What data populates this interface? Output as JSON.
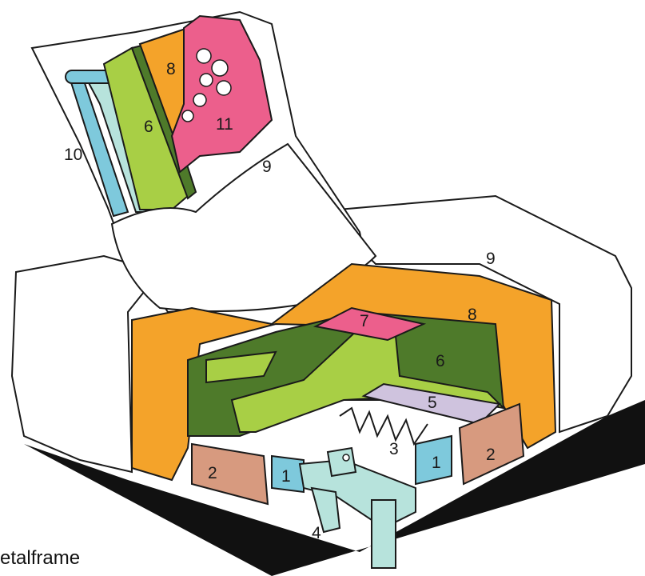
{
  "labels": {
    "frame_front_left": "2",
    "frame_front_right": "2",
    "bracket_left": "1",
    "bracket_right": "1",
    "springs": "3",
    "metal_frame": "4",
    "seat_base": "5",
    "foam_seat": "6",
    "foam_back": "6",
    "seat_pad": "7",
    "padding_back": "8",
    "padding_seat": "8",
    "cover_cushion": "9",
    "cover_seat": "9",
    "back_tube": "10",
    "filling": "11"
  },
  "caption": "etalframe",
  "colors": {
    "outline": "#1a1a1a",
    "cover": "#ffffff",
    "padding": "#f4a32a",
    "foam_light": "#a8cf45",
    "foam_dark": "#4e7a2a",
    "pink": "#ec5f8c",
    "lilac": "#cfc3de",
    "wood": "#d79a7f",
    "blue": "#7ec9dc",
    "metal": "#b7e3dc",
    "shadow": "#111111"
  }
}
